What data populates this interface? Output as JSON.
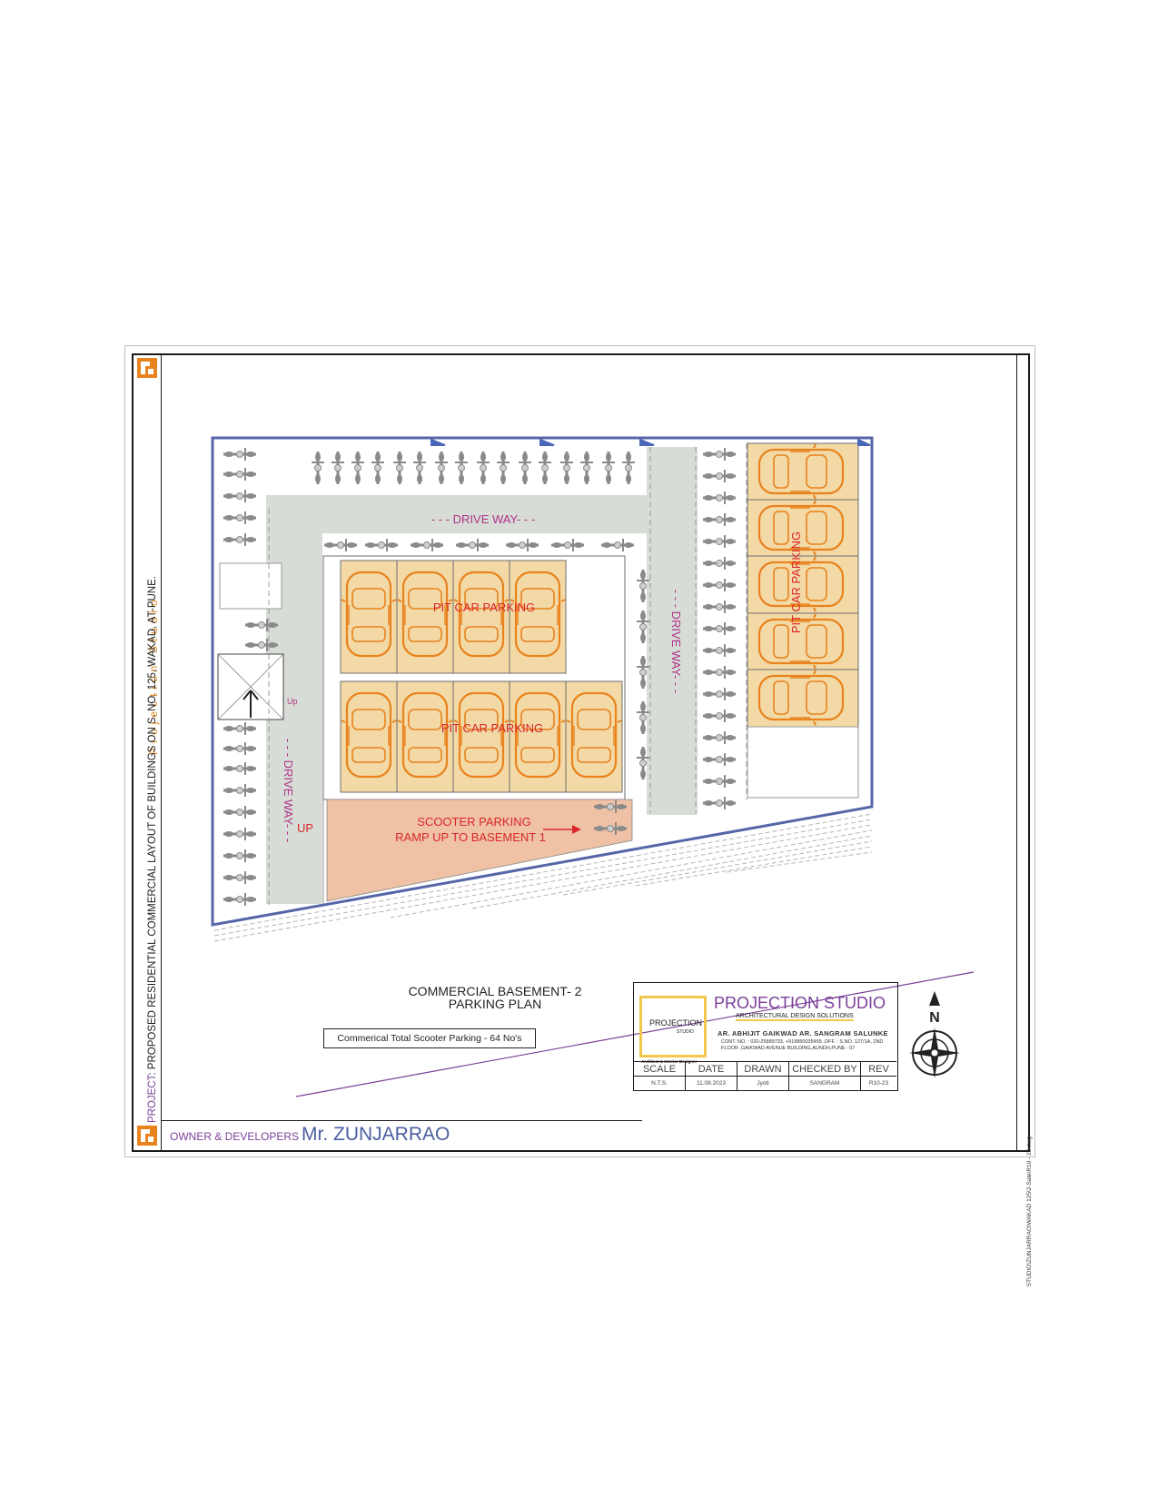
{
  "sidebar": {
    "studio_vertical": "Projection Studio",
    "project_label": "PROJECT",
    "project_text": ": PROPOSED RESIDENTIAL COMMERCIAL LAYOUT OF BUILDINGS ON S. NO. 125, WAKAD, AT-PUNE."
  },
  "owner": {
    "label": "OWNER & DEVELOPERS :",
    "name": "Mr. ZUNJARRAO"
  },
  "file_path": "STUDIO\\ZUNJARRAO\\WAKAD 125\\2-Sale\\R10 - 23.dwg",
  "plan": {
    "drive_way_top": "- - -  DRIVE WAY- - -",
    "drive_way_right": "- - -  DRIVE WAY- - -",
    "drive_way_left": "- - -  DRIVE WAY- - -",
    "pit_parking_1": "PIT CAR PARKING",
    "pit_parking_2": "PIT CAR PARKING",
    "pit_parking_3": "PIT CAR PARKING",
    "scooter_parking": "SCOOTER PARKING",
    "ramp_text": "RAMP UP TO BASEMENT 1",
    "up_ramp": "UP",
    "up_stairs": "Up"
  },
  "plan_title": {
    "line1": "COMMERCIAL BASEMENT- 2",
    "line2": "PARKING PLAN"
  },
  "total_note": "Commerical Total Scooter Parking - 64 No's",
  "title_block": {
    "logo_text": "PROJECTION",
    "logo_sub": "STUDIO",
    "logo_caption": "Architect & Interior Designer",
    "firm": "PROJECTION STUDIO",
    "tagline": "ARCHITECTURAL DESIGN SOLUTIONS",
    "architects": "AR. ABHIJIT GAIKWAD     AR. SANGRAM SALUNKE",
    "contact": "CONT. NO. : 020-25889733, +919850035455 ,OFF. : S.NO. 127/1A, 2ND FLOOR ,GAIKWAD AVENUE BUILDING,AUNDH,PUNE : 07",
    "headers": [
      "SCALE",
      "DATE",
      "DRAWN",
      "CHECKED BY",
      "REV"
    ],
    "values": [
      "N.T.S.",
      "11.08.2023",
      "Jyoti",
      "SANGRAM",
      "R10-23"
    ]
  },
  "compass_label": "N",
  "colors": {
    "purple": "#7b3f98",
    "orange_car": "#e8831e",
    "pit_fill": "#f3d9a6",
    "drive_fill": "#d7ddd6",
    "ramp_fill": "#f0c2a5",
    "red_text": "#d9262b",
    "magenta_text": "#b0318a",
    "wall_blue": "#5566a8"
  }
}
